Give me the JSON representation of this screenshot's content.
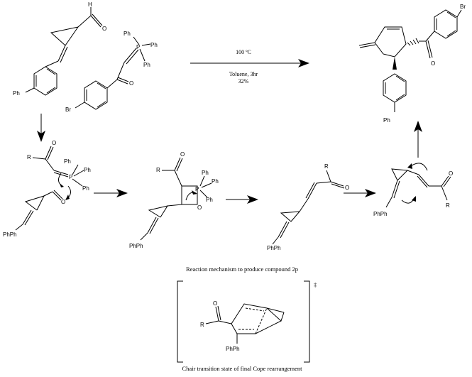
{
  "reaction": {
    "conditions": [
      "100 ºC",
      "Toluene, 3hr",
      "32%"
    ]
  },
  "labels": {
    "ph": "Ph",
    "br": "Br",
    "h": "H",
    "o": "O",
    "p": "P",
    "r": "R",
    "phph": "PhPh"
  },
  "captions": {
    "mechanism": "Reaction mechanism to produce compound 2p",
    "transition": "Chair transition state of final Cope rearrangement",
    "ts_mark": "‡"
  }
}
